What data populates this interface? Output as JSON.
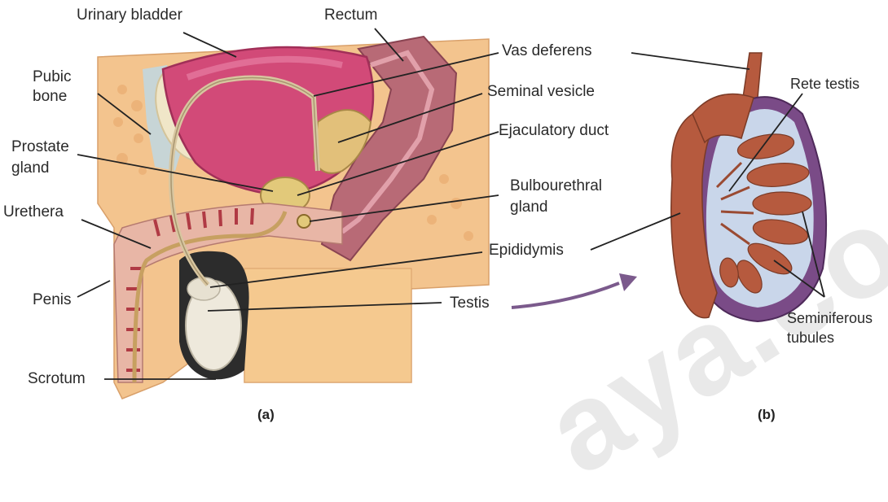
{
  "figure": {
    "panel_a_label": "(a)",
    "panel_b_label": "(b)",
    "watermark": "aya.co"
  },
  "labels": {
    "urinary_bladder": "Urinary bladder",
    "rectum": "Rectum",
    "pubic_bone_line1": "Pubic",
    "pubic_bone_line2": "bone",
    "vas_deferens": "Vas deferens",
    "seminal_vesicle": "Seminal vesicle",
    "prostate_line1": "Prostate",
    "prostate_line2": "gland",
    "ejaculatory_duct": "Ejaculatory duct",
    "bulbourethral_line1": "Bulbourethral",
    "bulbourethral_line2": "gland",
    "urethera": "Urethera",
    "epididymis": "Epididymis",
    "penis": "Penis",
    "testis": "Testis",
    "scrotum": "Scrotum",
    "rete_testis": "Rete testis",
    "seminiferous_line1": "Seminiferous",
    "seminiferous_line2": "tubules"
  },
  "colors": {
    "bladder": "#d24a78",
    "rectum": "#b86a76",
    "skin": "#f3c48e",
    "bone": "#f0e6c8",
    "duct": "#c7a061",
    "testis": "#eee9dc",
    "scrotum": "#2c2c2c",
    "tubules": "#b65a3e",
    "capsule": "#7a4b87",
    "arrow": "#7b5a8c"
  }
}
